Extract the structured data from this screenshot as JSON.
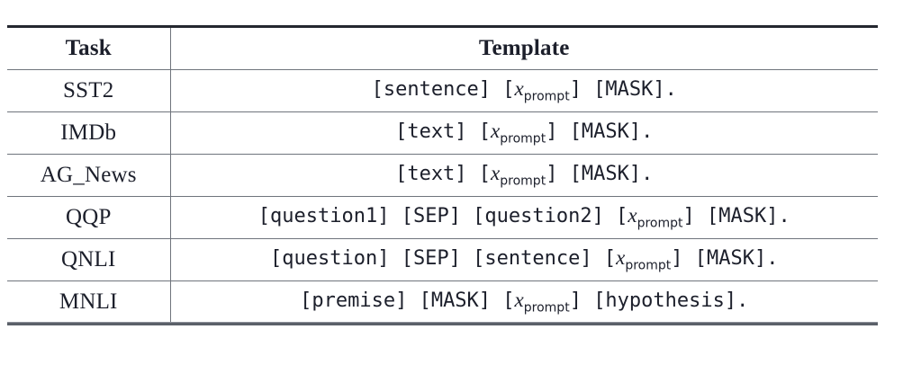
{
  "table": {
    "columns": [
      "Task",
      "Template"
    ],
    "rows": [
      {
        "task": "SST2",
        "template_parts": [
          "[sentence] ",
          "[",
          "x",
          "prompt",
          "] ",
          "[MASK]."
        ]
      },
      {
        "task": "IMDb",
        "template_parts": [
          "[text] ",
          "[",
          "x",
          "prompt",
          "] ",
          "[MASK]."
        ]
      },
      {
        "task": "AG_News",
        "template_parts": [
          "[text] ",
          "[",
          "x",
          "prompt",
          "] ",
          "[MASK]."
        ]
      },
      {
        "task": "QQP",
        "template_parts": [
          "[question1] [SEP] [question2] ",
          "[",
          "x",
          "prompt",
          "] ",
          "[MASK]."
        ]
      },
      {
        "task": "QNLI",
        "template_parts": [
          "[question] [SEP] [sentence] ",
          "[",
          "x",
          "prompt",
          "] ",
          "[MASK]."
        ]
      },
      {
        "task": "MNLI",
        "template_parts": [
          "[premise] [MASK] ",
          "[",
          "x",
          "prompt",
          "] ",
          "[hypothesis]."
        ]
      }
    ],
    "templates_plain": [
      "[sentence] [x_prompt] [MASK].",
      "[text] [x_prompt] [MASK].",
      "[text] [x_prompt] [MASK].",
      "[question1] [SEP] [question2] [x_prompt] [MASK].",
      "[question] [SEP] [sentence] [x_prompt] [MASK].",
      "[premise] [MASK] [x_prompt] [hypothesis]."
    ]
  },
  "colors": {
    "rule_top": "#24272f",
    "rule_mid": "#6f747c",
    "rule_bottom": "#5b6069",
    "text": "#1c1f2b",
    "background": "#ffffff"
  }
}
